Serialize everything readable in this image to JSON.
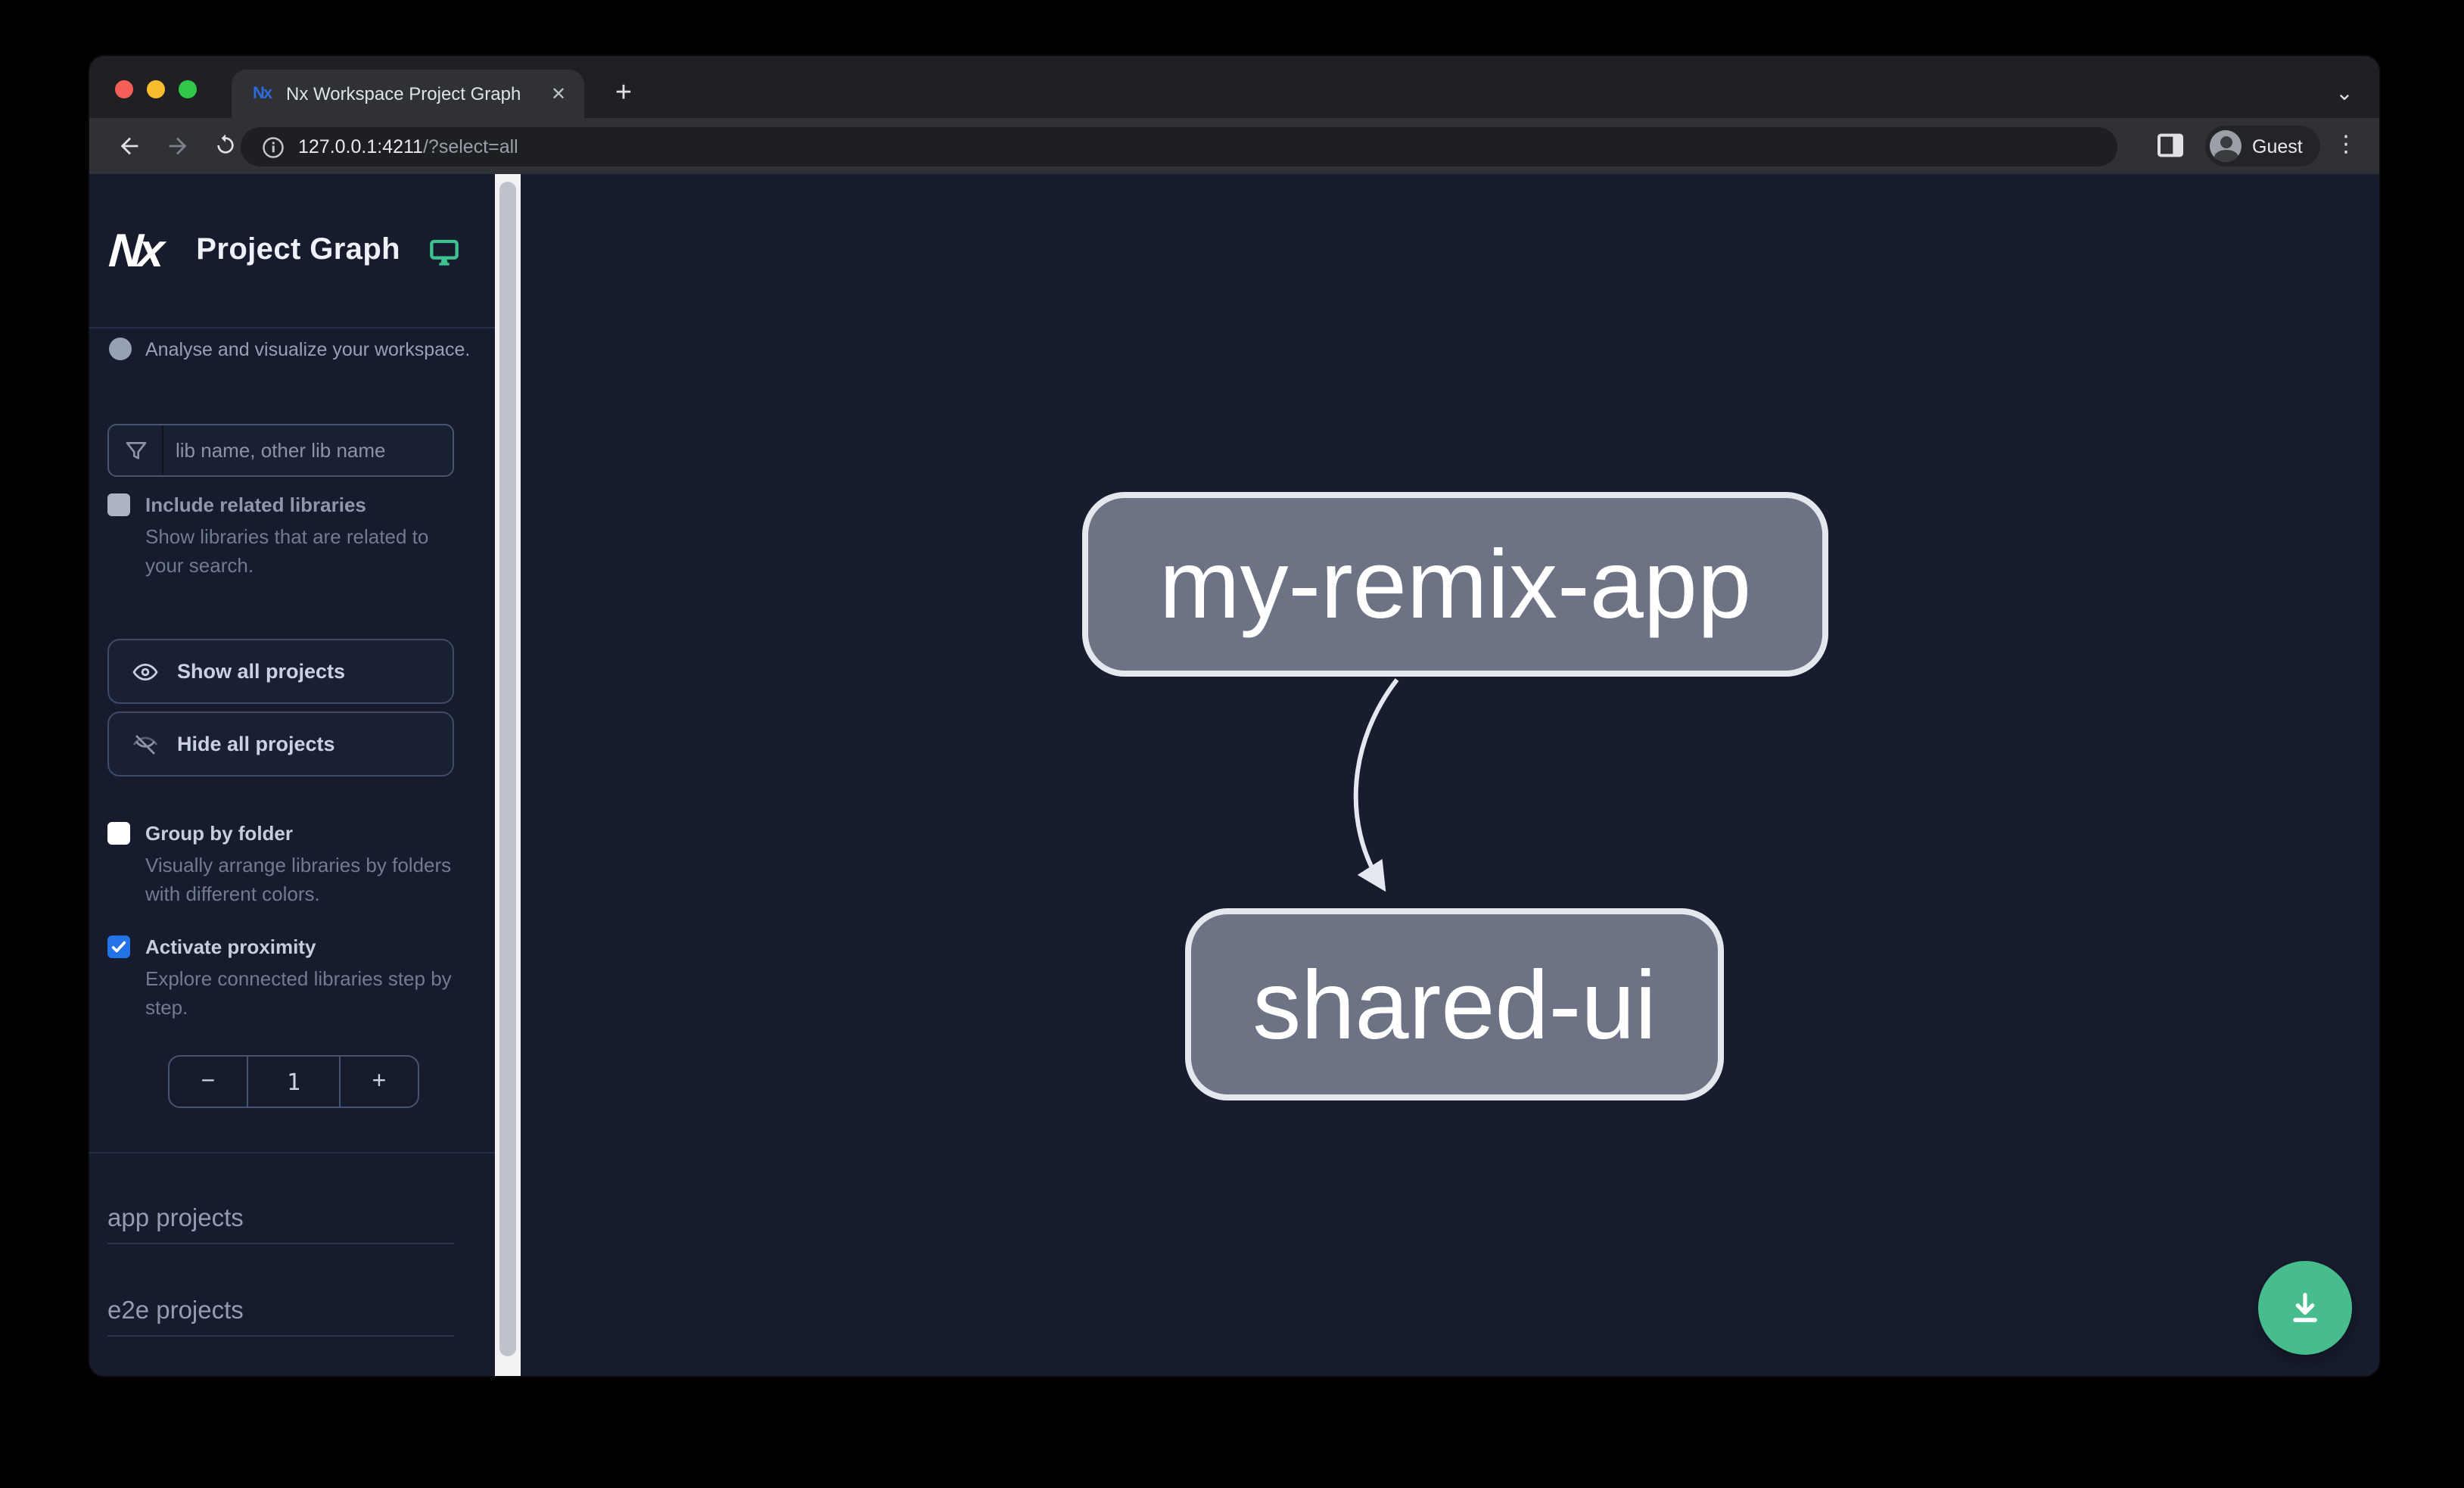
{
  "browser": {
    "tab_title": "Nx Workspace Project Graph",
    "url_host": "127.0.0.1:4211",
    "url_path": "/?select=all",
    "profile_label": "Guest"
  },
  "icons": {
    "close": "✕",
    "new_tab": "+",
    "menu": "⋮",
    "chevron_down": "⌄",
    "info": "i",
    "favicon_text": "Nx"
  },
  "sidebar": {
    "logo_text": "Nx",
    "app_title": "Project Graph",
    "tagline": "Analyse and visualize your workspace.",
    "filter_placeholder": "lib name, other lib name",
    "checkboxes": [
      {
        "label": "Include related libraries",
        "description": "Show libraries that are related to your search.",
        "checked": false
      },
      {
        "label": "Group by folder",
        "description": "Visually arrange libraries by folders with different colors.",
        "checked": false
      },
      {
        "label": "Activate proximity",
        "description": "Explore connected libraries step by step.",
        "checked": true
      }
    ],
    "buttons": [
      {
        "label": "Show all projects"
      },
      {
        "label": "Hide all projects"
      }
    ],
    "stepper": {
      "decrement": "−",
      "value": "1",
      "increment": "+"
    },
    "sections": [
      {
        "label": "app projects"
      },
      {
        "label": "e2e projects"
      }
    ]
  },
  "graph": {
    "nodes": [
      {
        "id": "my-remix-app"
      },
      {
        "id": "shared-ui"
      }
    ],
    "edges": [
      {
        "from": "my-remix-app",
        "to": "shared-ui"
      }
    ]
  },
  "colors": {
    "canvas_bg": "#171c2f",
    "sidebar_bg": "#161b2d",
    "node_fill": "#6d7384",
    "node_border": "#e5e7ef",
    "accent_checkbox": "#2273e8",
    "fab_green": "#47bd8e",
    "monitor_green": "#3ec28f",
    "traffic_red": "#f55f57",
    "traffic_yellow": "#f8bd2e",
    "traffic_green": "#31c748"
  }
}
